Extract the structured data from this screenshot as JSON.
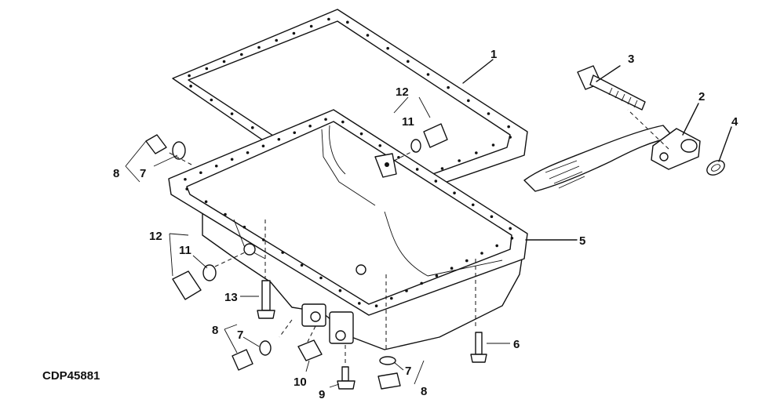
{
  "diagram": {
    "reference_code": "CDP45881",
    "callouts": [
      {
        "id": "c1",
        "label": "1"
      },
      {
        "id": "c2",
        "label": "2"
      },
      {
        "id": "c3",
        "label": "3"
      },
      {
        "id": "c4",
        "label": "4"
      },
      {
        "id": "c5",
        "label": "5"
      },
      {
        "id": "c6",
        "label": "6"
      },
      {
        "id": "c7a",
        "label": "7"
      },
      {
        "id": "c7b",
        "label": "7"
      },
      {
        "id": "c7c",
        "label": "7"
      },
      {
        "id": "c8a",
        "label": "8"
      },
      {
        "id": "c8b",
        "label": "8"
      },
      {
        "id": "c8c",
        "label": "8"
      },
      {
        "id": "c9",
        "label": "9"
      },
      {
        "id": "c10",
        "label": "10"
      },
      {
        "id": "c11a",
        "label": "11"
      },
      {
        "id": "c11b",
        "label": "11"
      },
      {
        "id": "c12a",
        "label": "12"
      },
      {
        "id": "c12b",
        "label": "12"
      },
      {
        "id": "c13",
        "label": "13"
      }
    ]
  }
}
